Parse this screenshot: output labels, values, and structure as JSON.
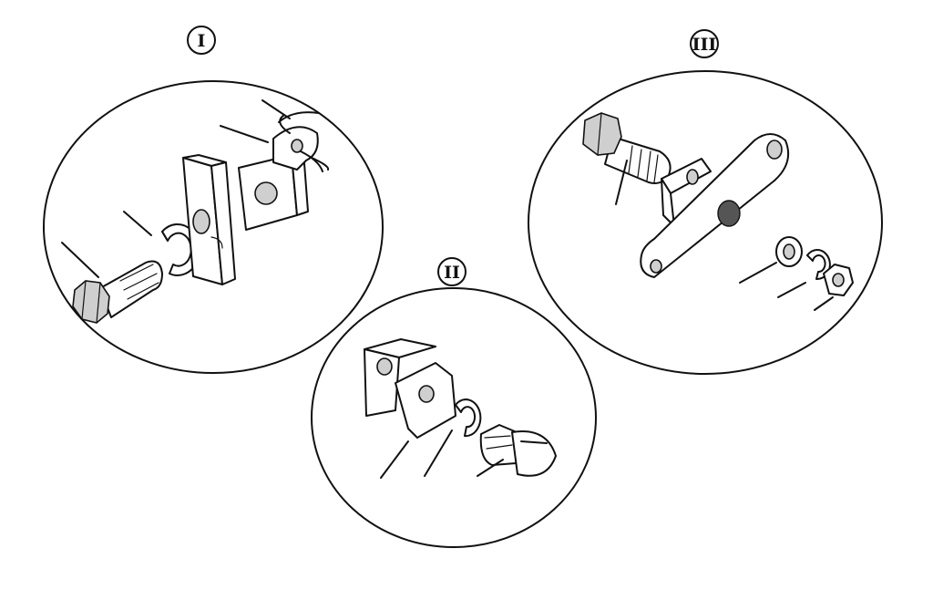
{
  "figure": {
    "panels": [
      {
        "id": "I",
        "label": "I"
      },
      {
        "id": "II",
        "label": "II"
      },
      {
        "id": "III",
        "label": "III"
      }
    ]
  }
}
